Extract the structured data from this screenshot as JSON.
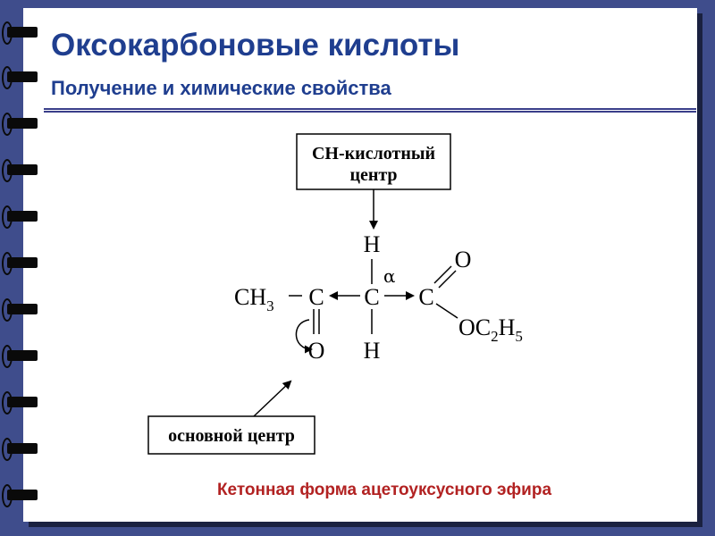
{
  "header": {
    "title": "Оксокарбоновые кислоты",
    "subtitle": "Получение и химические свойства"
  },
  "diagram": {
    "ch_center_label_line1": "CH-кислотный",
    "ch_center_label_line2": "центр",
    "basic_center_label": "основной центр",
    "atom_h_top": "H",
    "atom_h_bottom": "H",
    "alpha": "α",
    "atom_o_top": "O",
    "atom_o_bottom": "O",
    "atom_c1": "C",
    "atom_c2": "C",
    "atom_c3": "C",
    "ch3": {
      "main": "CH",
      "sub": "3"
    },
    "oc2h5": {
      "p1": "OC",
      "s1": "2",
      "p2": "H",
      "s2": "5"
    }
  },
  "caption": "Кетонная форма ацетоуксусного эфира"
}
